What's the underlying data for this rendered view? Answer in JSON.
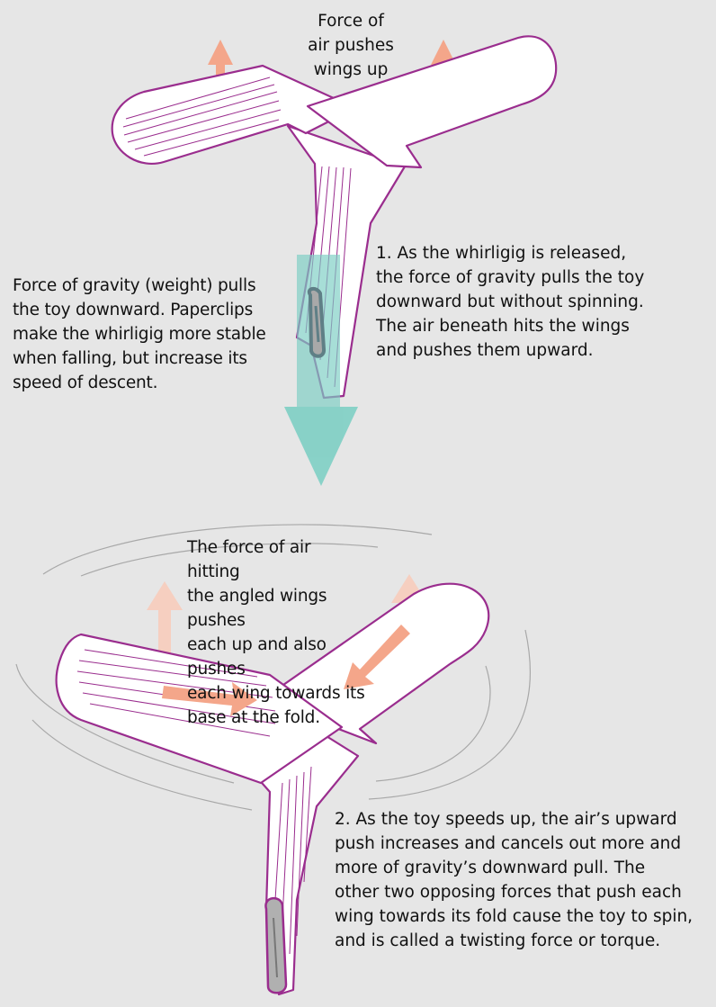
{
  "labels": {
    "air_pushes_up": "Force of\nair pushes\nwings up",
    "gravity": "Force of gravity (weight) pulls\nthe toy downward. Paperclips\nmake the whirligig  more stable\nwhen falling, but increase its\nspeed of descent.",
    "step1": "1. As the whirligig is released,\nthe force of gravity pulls the toy\ndownward but without spinning.\nThe air beneath hits the wings\nand pushes them upward.",
    "air_angled": "The force of air hitting\nthe angled wings pushes\neach up and also pushes\neach wing towards its\nbase at the fold.",
    "step2": "2. As the toy speeds up, the air’s upward\npush increases and cancels out more and\nmore of gravity’s downward pull. The\nother two opposing forces that push each\nwing towards its fold cause the toy to spin,\nand is called a twisting force or torque."
  },
  "colors": {
    "background": "#e6e6e6",
    "paper_outline": "#9a2d8e",
    "paper_fill": "#ffffff",
    "lift_arrow": "#f4a68a",
    "lift_arrow_faded": "#f6cfc0",
    "gravity_arrow": "#7ecfc4",
    "paperclip": "#5f7f86",
    "paperclip_fill": "#a9a9a9",
    "spin_lines": "#a8a8a8"
  },
  "icons": [
    "whirligig-icon",
    "paperclip-icon",
    "arrow-up-icon",
    "arrow-down-icon",
    "arrow-diagonal-icon",
    "motion-lines-icon"
  ]
}
